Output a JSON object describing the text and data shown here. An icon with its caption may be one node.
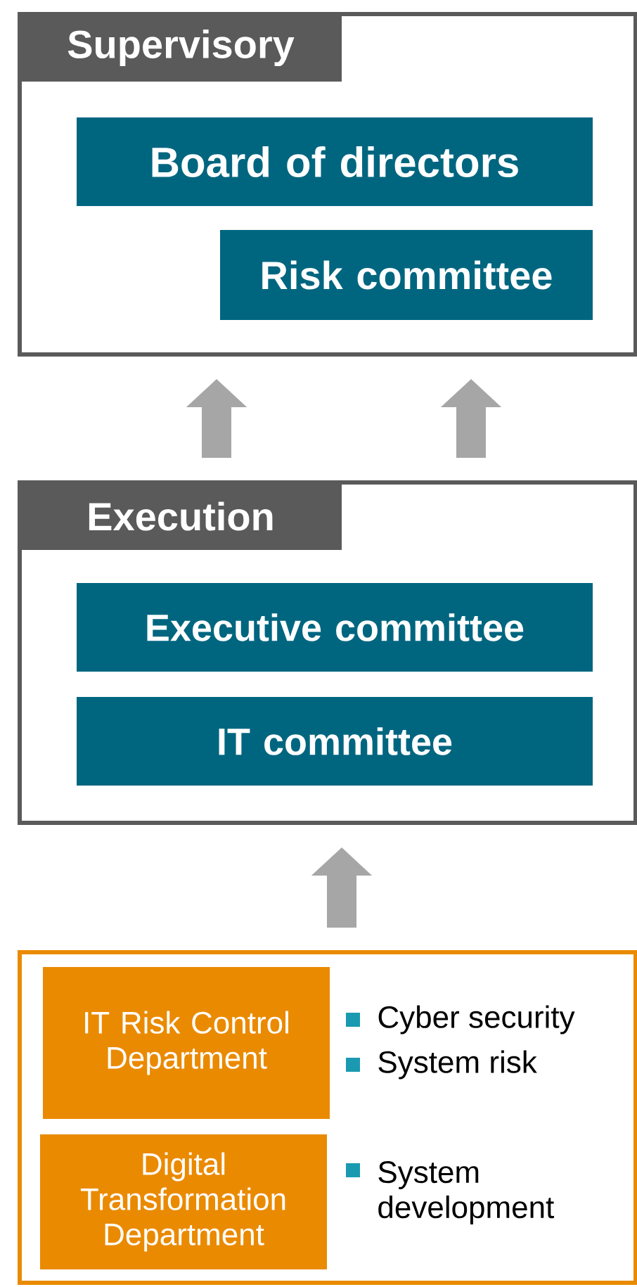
{
  "diagram": {
    "nodes": [
      {
        "text": [
          "Supervisory"
        ]
      },
      {
        "text": [
          "Board of directors"
        ],
        "in": 0
      },
      {
        "text": [
          "Risk committee"
        ],
        "in": 0
      },
      {
        "text": [
          "Execution"
        ]
      },
      {
        "text": [
          "Executive committee"
        ],
        "in": 3
      },
      {
        "text": [
          "IT committee"
        ],
        "in": 3
      },
      {
        "text": [],
        "shape": "box"
      },
      {
        "text": [
          "IT Risk Control Department"
        ],
        "in": 6,
        "beside": [
          "Cyber security",
          "System risk"
        ]
      },
      {
        "text": [
          "Digital Transformation Department"
        ],
        "in": 6,
        "beside": [
          "System development"
        ]
      }
    ],
    "edges": [
      {
        "from": 3,
        "to": 0,
        "arrow": "to"
      },
      {
        "from": 3,
        "to": 0,
        "arrow": "to"
      },
      {
        "from": 6,
        "to": 3,
        "arrow": "to"
      }
    ]
  }
}
